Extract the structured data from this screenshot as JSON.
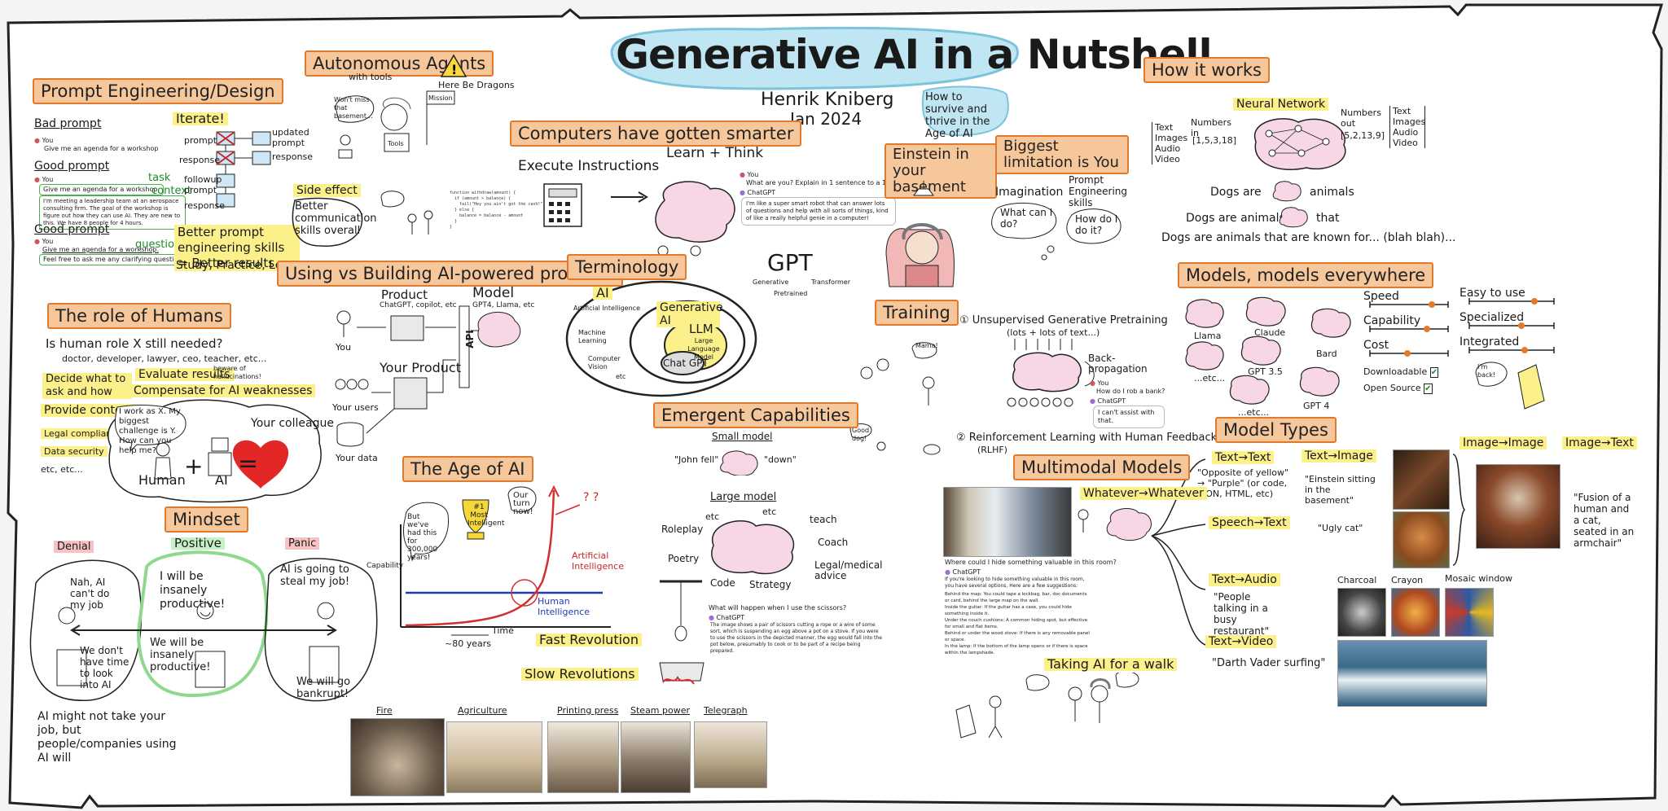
{
  "header": {
    "title": "Generative AI in a Nutshell",
    "author": "Henrik Kniberg",
    "date": "Jan 2024",
    "subtitle": "How to survive and thrive in the Age of AI"
  },
  "prompt_engineering": {
    "title": "Prompt Engineering/Design",
    "bad_label": "Bad prompt",
    "good_label": "Good prompt",
    "good_label_2": "Good prompt",
    "you": "You",
    "bad_text": "Give me an agenda for a workshop",
    "good_text_1": "Give me an agenda for a workshop.",
    "good_text_2": "I'm meeting a leadership team at an aerospace consulting firm. The goal of the workshop is figure out how they can use AI. They are new to this. We have 8 people for 4 hours.",
    "task": "task",
    "context": "context",
    "good2_text_1": "Give me an agenda for a workshop.",
    "good2_text_2": "Feel free to ask me any clarifying questions first.",
    "questions": "questions",
    "iterate": "Iterate!",
    "prompt": "prompt",
    "response": "response",
    "followup": "followup prompt",
    "response2": "response",
    "updated_prompt": "updated prompt",
    "response3": "response",
    "better": "Better prompt engineering skills = Better results",
    "study": "Study, Practice, Learn",
    "side_effect": "Side effect",
    "side_effect_text": "Better communication skills overall"
  },
  "agents": {
    "title": "Autonomous Agents",
    "subtitle": "with tools",
    "dragons": "Here Be Dragons",
    "mission": "Mission",
    "bubble": "Won't miss that basement...",
    "tools": "Tools"
  },
  "humans": {
    "title": "The role of Humans",
    "question": "Is human role X still needed?",
    "roles": "doctor, developer, lawyer, ceo, teacher, etc...",
    "decide": "Decide what to ask and how",
    "evaluate": "Evaluate results",
    "beware": "beware of hallucinations!",
    "compensate": "Compensate for AI weaknesses",
    "context": "Provide context",
    "legal": "Legal compliance",
    "security": "Data security",
    "etc": "etc, etc...",
    "bubble": "I work as X. My biggest challenge is Y. How can you help me?",
    "colleague": "Your colleague",
    "human": "Human",
    "plus": "+",
    "ai": "AI",
    "equals": "="
  },
  "using_building": {
    "title": "Using vs Building AI-powered products",
    "product": "Product",
    "product_examples": "ChatGPT, copilot, etc",
    "model": "Model",
    "model_examples": "GPT4, Llama, etc",
    "api": "API",
    "you": "You",
    "your_product": "Your Product",
    "your_users": "Your users",
    "your_data": "Your data"
  },
  "computers": {
    "title": "Computers have gotten smarter",
    "execute": "Execute Instructions",
    "learn": "Learn + Think",
    "chat_you": "You",
    "chat_q": "What are you? Explain in 1 sentence to a 10 year old.",
    "chat_name": "ChatGPT",
    "chat_a": "I'm like a super smart robot that can answer lots of questions and help with all sorts of things, kind of like a really helpful genie in a computer!",
    "code": "function withdraw(amount) {\n  if (amount > balance) {\n    fail(\"Hey you ain't got the cash!\")\n  } else {\n    balance = balance - amount\n  }\n}"
  },
  "einstein": {
    "title": "Einstein in your basement",
    "limitation": "Biggest limitation is You",
    "imagination": "Imagination",
    "what": "What can I do?",
    "prompt_eng": "Prompt Engineering skills",
    "how": "How do I do it?"
  },
  "terminology": {
    "title": "Terminology",
    "ai": "AI",
    "ai_full": "Artificial Intelligence",
    "ml": "Machine Learning",
    "cv": "Computer Vision",
    "etc": "etc",
    "genai": "Generative AI",
    "llm": "LLM",
    "llm_full": "Large Language Model",
    "chatgpt": "Chat GPT",
    "gpt": "GPT",
    "generative": "Generative",
    "pretrained": "Pretrained",
    "transformer": "Transformer"
  },
  "training": {
    "title": "Training",
    "step1": "Unsupervised Generative Pretraining",
    "step1_sub": "(lots + lots of text...)",
    "backprop": "Back-propagation",
    "you": "You",
    "q": "How do I rob a bank?",
    "chatgpt": "ChatGPT",
    "a": "I can't assist with that.",
    "step2": "Reinforcement Learning with Human Feedback",
    "rlhf": "(RLHF)",
    "mama": "Mama!",
    "good_dog": "Good dog!"
  },
  "how_it_works": {
    "title": "How it works",
    "inputs": "Text Images Audio Video",
    "numbers_in": "Numbers in",
    "input_numbers": "[1,5,3,18]",
    "nn": "Neural Network",
    "numbers_out": "Numbers out",
    "output_numbers": "[5,2,13,9]",
    "outputs": "Text Images Audio Video",
    "dogs1": "Dogs are",
    "dogs1b": "animals",
    "dogs2": "Dogs are animals",
    "dogs2b": "that",
    "dogs3": "Dogs are animals that are known for... (blah blah)..."
  },
  "models": {
    "title": "Models, models everywhere",
    "llama": "Llama",
    "claude": "Claude",
    "bard": "Bard",
    "etc": "...etc...",
    "gpt35": "GPT 3.5",
    "etc2": "...etc...",
    "gpt4": "GPT 4",
    "speed": "Speed",
    "capability": "Capability",
    "cost": "Cost",
    "downloadable": "Downloadable",
    "opensource": "Open Source",
    "easy": "Easy to use",
    "specialized": "Specialized",
    "integrated": "Integrated",
    "back": "I'm back!"
  },
  "model_types": {
    "title": "Model Types",
    "t2t": "Text→Text",
    "t2t_example": "\"Opposite of yellow\" → \"Purple\" (or code, JSON, HTML, etc)",
    "t2i": "Text→Image",
    "t2i_example1": "\"Einstein sitting in the basement\"",
    "t2i_example2": "\"Ugly cat\"",
    "i2i": "Image→Image",
    "i2t": "Image→Text",
    "i2t_example": "\"Fusion of a human and a cat, seated in an armchair\"",
    "s2t": "Speech→Text",
    "t2a": "Text→Audio",
    "t2a_example": "\"People talking in a busy restaurant\"",
    "t2v": "Text→Video",
    "t2v_example": "\"Darth Vader surfing\"",
    "charcoal": "Charcoal",
    "crayon": "Crayon",
    "mosaic": "Mosaic window"
  },
  "multimodal": {
    "title": "Multimodal Models",
    "whatever": "Whatever→Whatever",
    "q": "Where could I hide something valuable in this room?",
    "chatgpt": "ChatGPT",
    "a": "If you're looking to hide something valuable in this room, you have several options. Here are a few suggestions:",
    "items": [
      "Behind the map: You could tape a lockbag, bar, doc documents or card, behind the large map on the wall.",
      "Inside the guitar: If the guitar has a case, you could hide something inside it.",
      "Under the couch cushions: A common hiding spot, but effective for small and flat items.",
      "Behind or under the wood stove: If there is any removable panel or space.",
      "In the lamp: If the bottom of the lamp opens or if there is space within the lampshade."
    ],
    "walk": "Taking AI for a walk"
  },
  "mindset": {
    "title": "Mindset",
    "denial": "Denial",
    "positive": "Positive",
    "panic": "Panic",
    "denial_bubble": "Nah, AI can't do my job",
    "no_time": "We don't have time to look into AI",
    "positive_bubble": "I will be insanely productive!",
    "positive_bubble2": "We will be insanely productive!",
    "panic_bubble": "AI is going to steal my job!",
    "bankrupt": "We will go bankrupt!",
    "footer": "AI might not take your job, but people/companies using AI will"
  },
  "age": {
    "title": "The Age of AI",
    "bubble": "But we've had this for 300,000 years!",
    "trophy": "#1 Most Intelligent",
    "our_turn": "Our turn now!",
    "capability": "Capability",
    "ai": "Artificial Intelligence",
    "human": "Human Intelligence",
    "time": "Time",
    "years": "~80 years",
    "fast": "Fast Revolution",
    "slow": "Slow Revolutions",
    "fire": "Fire",
    "agriculture": "Agriculture",
    "printing": "Printing press",
    "steam": "Steam power",
    "telegraph": "Telegraph"
  },
  "emergent": {
    "title": "Emergent Capabilities",
    "small": "Small model",
    "john": "\"John fell\"",
    "down": "\"down\"",
    "large": "Large model",
    "roleplay": "Roleplay",
    "etc": "etc",
    "etc2": "etc",
    "teach": "teach",
    "poetry": "Poetry",
    "coach": "Coach",
    "code": "Code",
    "strategy": "Strategy",
    "legal": "Legal/medical advice",
    "q": "What will happen when I use the scissors?",
    "chatgpt": "ChatGPT",
    "a": "The image shows a pair of scissors cutting a rope or a wire of some sort, which is suspending an egg above a pot on a stove. If you were to use the scissors in the depicted manner, the egg would fall into the pot below, presumably to cook or to be part of a recipe being prepared."
  },
  "colors": {
    "title_fill": "#f6c79a",
    "title_border": "#e27a2e",
    "highlight": "#fbf08a",
    "header_bubble": "#bfe6f2",
    "positive": "#8fd98f",
    "ai_curve": "#d32f2f",
    "human_line": "#1f3db3"
  }
}
